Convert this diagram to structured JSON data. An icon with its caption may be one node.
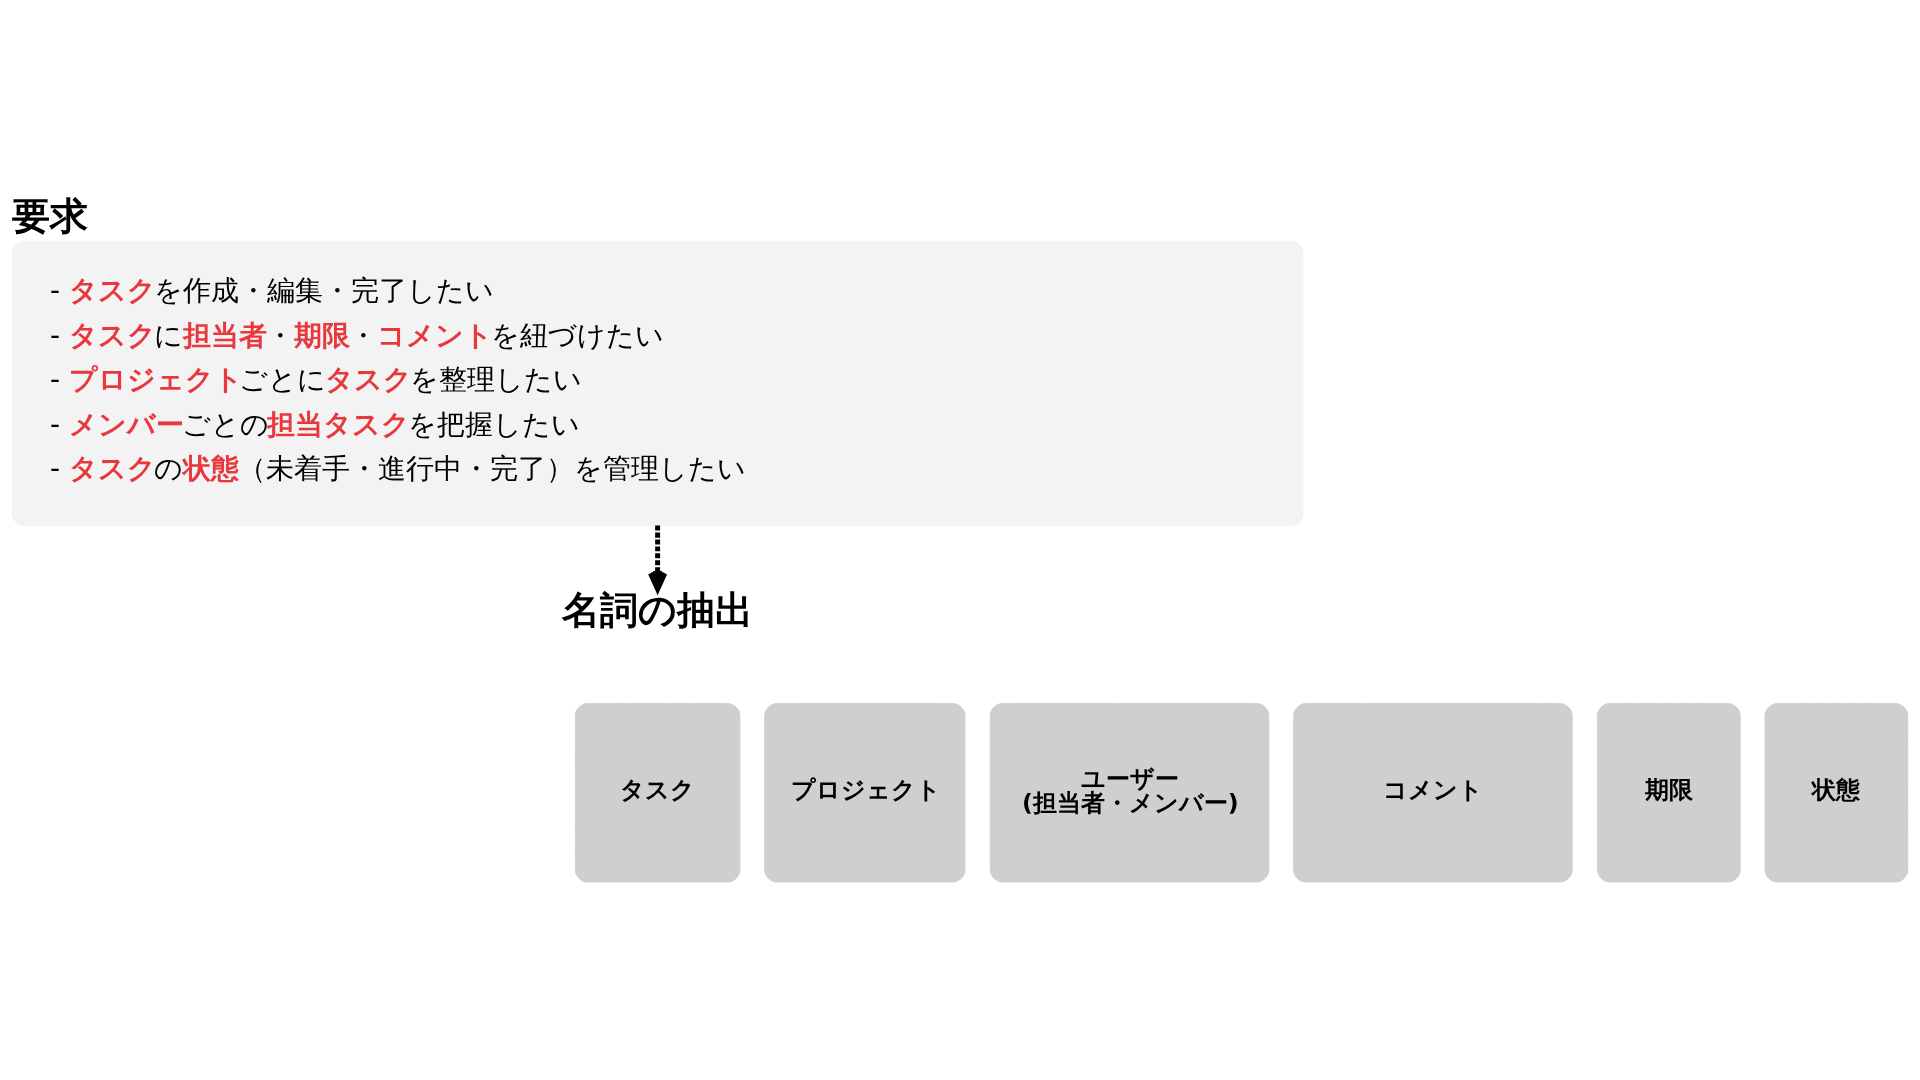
{
  "diagram": {
    "nodes": [
      {
        "text": [
          "要求",
          "- **タスク**を作成・編集・完了したい",
          "- **タスク**に**担当者**・**期限**・**コメント**を紐づけたい",
          "- **プロジェクト**ごとに**タスク**を整理したい",
          "- **メンバー**ごとの**担当タスク**を把握したい",
          "- **タスク**の**状態**（未着手・進行中・完了）を管理したい"
        ]
      },
      {
        "text": [
          "名詞の抽出"
        ]
      },
      {
        "text": [
          "タスク"
        ]
      },
      {
        "text": [
          "プロジェクト"
        ]
      },
      {
        "text": [
          "ユーザー",
          "(担当者・メンバー)"
        ]
      },
      {
        "text": [
          "コメント"
        ]
      },
      {
        "text": [
          "期限"
        ]
      },
      {
        "text": [
          "状態"
        ]
      }
    ],
    "edges": [
      {
        "from": 0,
        "to": 1,
        "arrow": "to",
        "style": "dashed"
      }
    ]
  }
}
